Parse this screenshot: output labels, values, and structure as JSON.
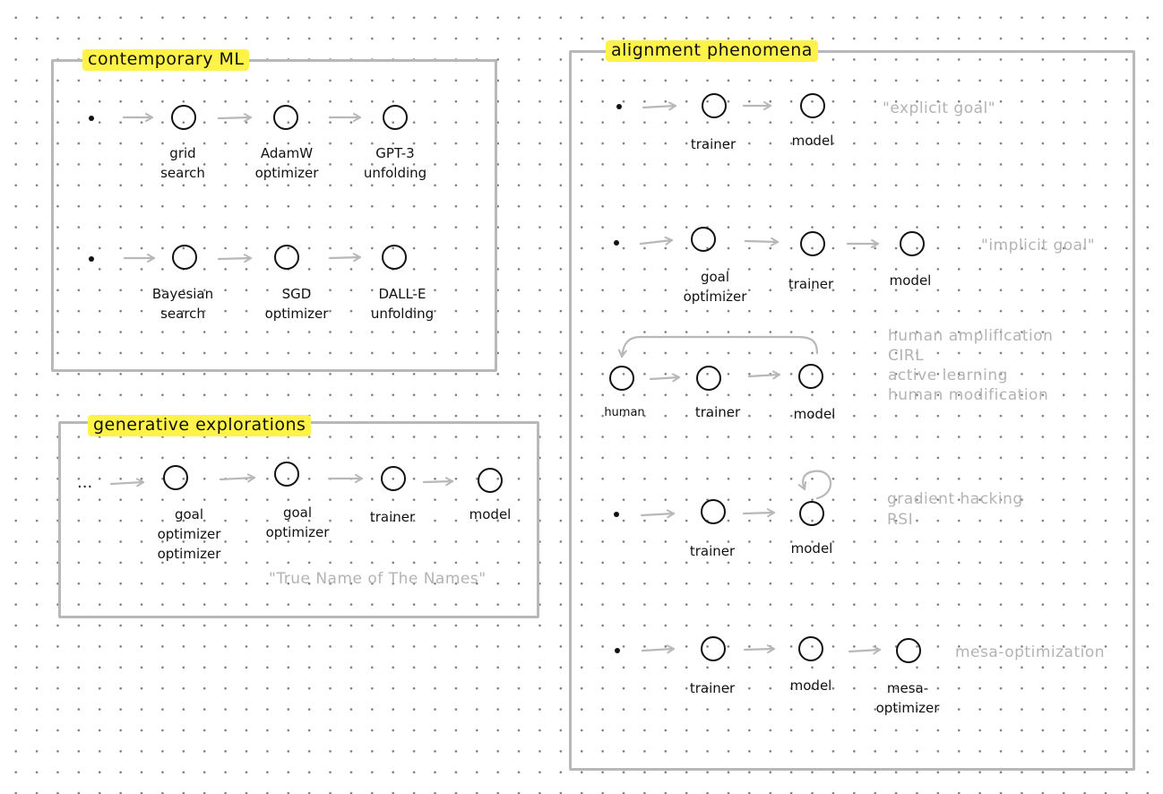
{
  "panels": {
    "contemporary": {
      "title": "contemporary ML",
      "rows": [
        {
          "labels": [
            "grid\nsearch",
            "AdamW\noptimizer",
            "GPT-3\nunfolding"
          ]
        },
        {
          "labels": [
            "Bayesian\nsearch",
            "SGD\noptimizer",
            "DALL-E\nunfolding"
          ]
        }
      ]
    },
    "generative": {
      "title": "generative explorations",
      "ellipsis": "...",
      "labels": [
        "goal\noptimizer\noptimizer",
        "goal\noptimizer",
        "trainer",
        "model"
      ],
      "note": "\"True Name of The Names\""
    },
    "alignment": {
      "title": "alignment phenomena",
      "rows": [
        {
          "labels": [
            "trainer",
            "model"
          ],
          "note": "\"explicit goal\""
        },
        {
          "labels": [
            "goal\noptimizer",
            "trainer",
            "model"
          ],
          "note": "\"implicit goal\""
        },
        {
          "labels": [
            "human",
            "trainer",
            "model"
          ],
          "note": "human amplification\nCIRL\nactive learning\nhuman modification"
        },
        {
          "labels": [
            "trainer",
            "model"
          ],
          "note": "gradient hacking\nRSI"
        },
        {
          "labels": [
            "trainer",
            "model",
            "mesa-\noptimizer"
          ],
          "note": "mesa-optimization"
        }
      ]
    }
  },
  "colors": {
    "highlight": "#fff34a",
    "frame": "#b8b8b8",
    "ink": "#111111",
    "note": "#b3b3b3",
    "arrow": "#b8b8b8"
  }
}
